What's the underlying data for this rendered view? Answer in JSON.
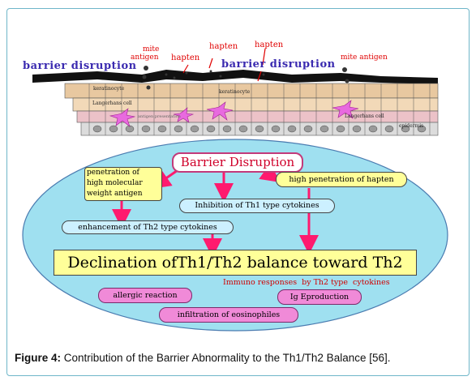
{
  "top_labels": {
    "barrier_disruption_left": "barrier disruption",
    "barrier_disruption_right": "barrier disruption",
    "mite_antigen_left_line1": "mite",
    "mite_antigen_left_line2": "antigen",
    "hapten_left": "hapten",
    "hapten_center": "hapten",
    "hapten_right": "hapten",
    "mite_antigen_right": "mite antigen",
    "keratinocyte_left": "keratinocyte",
    "keratinocyte_center": "keratinocyte",
    "langerhans_left": "Langerhans cell",
    "langerhans_right": "Langerhans cell",
    "epidermis": "epidermis",
    "dermis_small_1": "antigen presentation",
    "dermis_small_2": "presentation"
  },
  "ellipse": {
    "barrier_disruption": "Barrier Disruption",
    "penetration_line1": "penetration of",
    "penetration_line2": "high molecular",
    "penetration_line3": "weight antigen",
    "high_penetration_hapten": "high penetration of hapten",
    "inhibition_th1": "Inhibition of Th1 type cytokines",
    "enhancement_th2": "enhancement of Th2 type cytokines",
    "declination": "Declination ofTh1/Th2 balance toward Th2",
    "immuno_responses": "Immuno responses  by Th2 type  cytokines",
    "allergic_reaction": "allergic reaction",
    "ig_e_production": "Ig Eproduction",
    "infiltration": "infiltration of eosinophiles"
  },
  "caption": {
    "label": "Figure 4:",
    "text": " Contribution of the Barrier Abnormality to the Th1/Th2 Balance [56]."
  },
  "colors": {
    "arrow": "#ff1a6e",
    "ellipse_fill": "#9fe0f0",
    "yellow_box": "#ffff99",
    "pink_box": "#f08ad8",
    "red_text": "#e00000",
    "blue_text": "#3b2bb0"
  }
}
